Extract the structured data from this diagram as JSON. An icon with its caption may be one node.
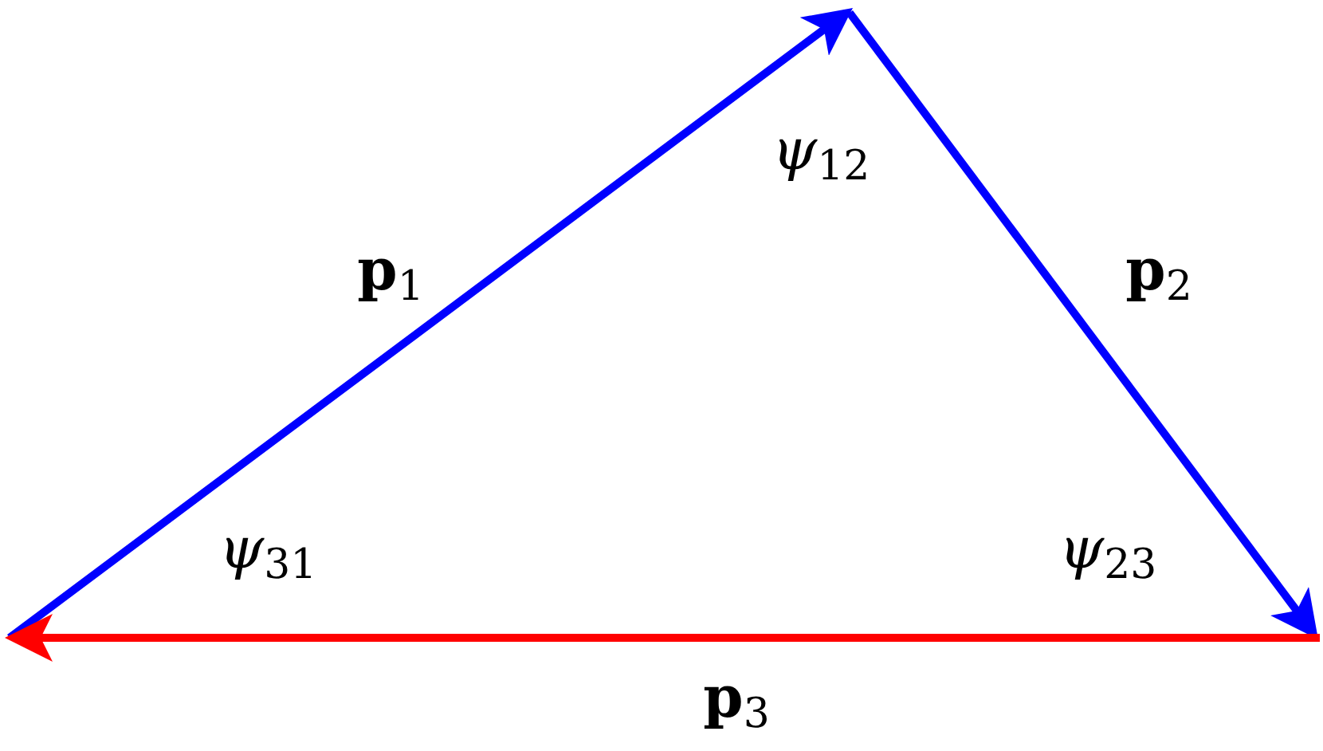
{
  "diagram": {
    "labels": [
      "*ψ*$_{12}$",
      "**p**$_{1}$",
      "**p**$_{2}$",
      "*ψ*$_{31}$",
      "*ψ*$_{23}$",
      "**p**$_{3}$"
    ]
  }
}
